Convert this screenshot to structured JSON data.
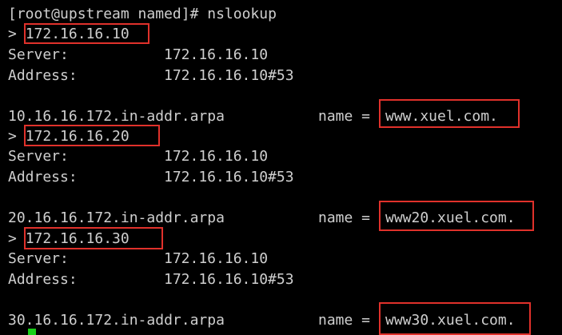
{
  "terminal": {
    "prompt": "[root@upstream named]# nslookup",
    "queries": [
      {
        "input_prompt": ">",
        "input": "172.16.16.10",
        "server_label": "Server:",
        "server_value": "172.16.16.10",
        "address_label": "Address:",
        "address_value": "172.16.16.10#53",
        "ptr_record": "10.16.16.172.in-addr.arpa",
        "name_label": "name =",
        "name_value": "www.xuel.com."
      },
      {
        "input_prompt": ">",
        "input": "172.16.16.20",
        "server_label": "Server:",
        "server_value": "172.16.16.10",
        "address_label": "Address:",
        "address_value": "172.16.16.10#53",
        "ptr_record": "20.16.16.172.in-addr.arpa",
        "name_label": "name =",
        "name_value": "www20.xuel.com."
      },
      {
        "input_prompt": ">",
        "input": "172.16.16.30",
        "server_label": "Server:",
        "server_value": "172.16.16.10",
        "address_label": "Address:",
        "address_value": "172.16.16.10#53",
        "ptr_record": "30.16.16.172.in-addr.arpa",
        "name_label": "name =",
        "name_value": "www30.xuel.com."
      }
    ]
  },
  "colors": {
    "background": "#000000",
    "text": "#cfcfcf",
    "highlight_box": "#e0312b",
    "cursor": "#18d018"
  }
}
